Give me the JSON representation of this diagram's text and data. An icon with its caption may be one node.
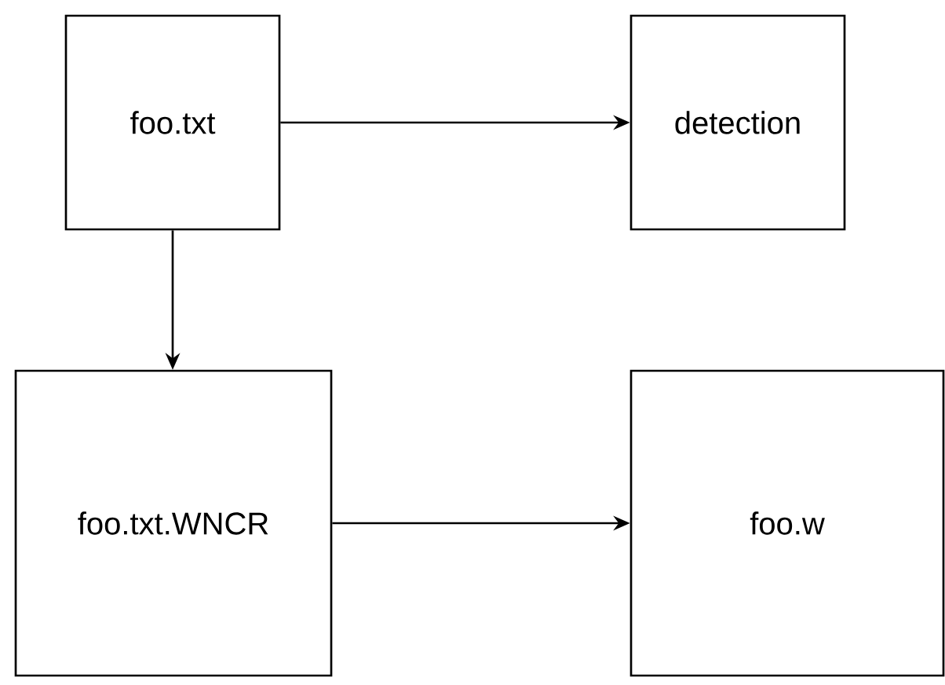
{
  "diagram": {
    "nodes": [
      {
        "text": [
          "foo.txt"
        ]
      },
      {
        "text": [
          "detection"
        ]
      },
      {
        "text": [
          "foo.txt.WNCR"
        ]
      },
      {
        "text": [
          "foo.w"
        ]
      }
    ],
    "edges": [
      {
        "from": 0,
        "to": 1,
        "arrow": "to"
      },
      {
        "from": 0,
        "to": 2,
        "arrow": "to"
      },
      {
        "from": 2,
        "to": 3,
        "arrow": "to"
      }
    ]
  }
}
